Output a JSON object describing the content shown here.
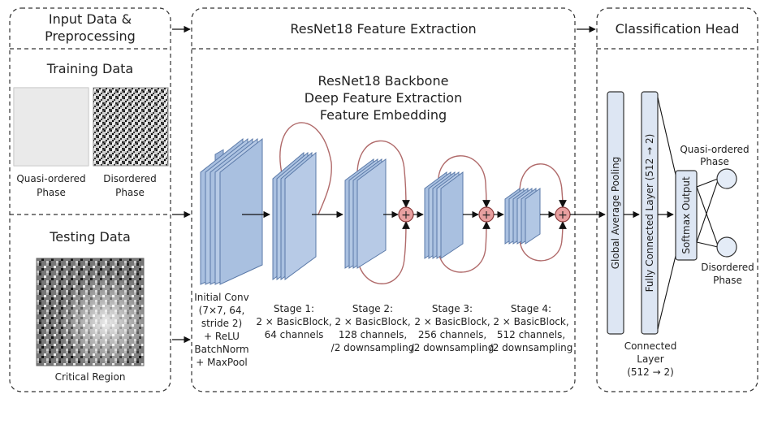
{
  "panels": {
    "input": {
      "title_line1": "Input Data &",
      "title_line2": "Preprocessing",
      "training_title": "Training Data",
      "quasi_label_1": "Quasi-ordered",
      "quasi_label_2": "Phase",
      "disordered_label_1": "Disordered",
      "disordered_label_2": "Phase",
      "testing_title": "Testing Data",
      "critical_label": "Critical Region"
    },
    "resnet": {
      "title": "ResNet18 Feature Extraction",
      "backbone_line1": "ResNet18 Backbone",
      "backbone_line2": "Deep Feature Extraction",
      "backbone_line3": "Feature Embedding",
      "initial_conv": [
        "Initial Conv",
        "(7×7, 64,",
        "stride 2)",
        "+ ReLU",
        "BatchNorm",
        "+ MaxPool"
      ],
      "stage1": [
        "Stage 1:",
        "2 × BasicBlock,",
        "64 channels"
      ],
      "stage2": [
        "Stage 2:",
        "2 × BasicBlock,",
        "128 channels,",
        "/2 downsampling"
      ],
      "stage3": [
        "Stage 3:",
        "2 × BasicBlock,",
        "256 channels,",
        "/2 downsampling"
      ],
      "stage4": [
        "Stage 4:",
        "2 × BasicBlock,",
        "512 channels,",
        "/2 downsampling"
      ],
      "plus_symbol": "+"
    },
    "head": {
      "title": "Classification Head",
      "gap_label": "Global Average Pooling",
      "fc_label": "Fully Connected Layer (512 → 2)",
      "softmax_label": "Softmax Output",
      "connected_layer": [
        "Connected",
        "Layer",
        "(512 → 2)"
      ],
      "quasi_out_1": "Quasi-ordered",
      "quasi_out_2": "Phase",
      "disordered_out_1": "Disordered",
      "disordered_out_2": "Phase"
    }
  },
  "colors": {
    "block_fill": "#a9c0e0",
    "block_stroke": "#5a79a8",
    "skip": "#b06a6a",
    "plus_fill": "#e8a0a0",
    "head_fill": "#dde6f3",
    "node_fill": "#e4ecf7"
  }
}
